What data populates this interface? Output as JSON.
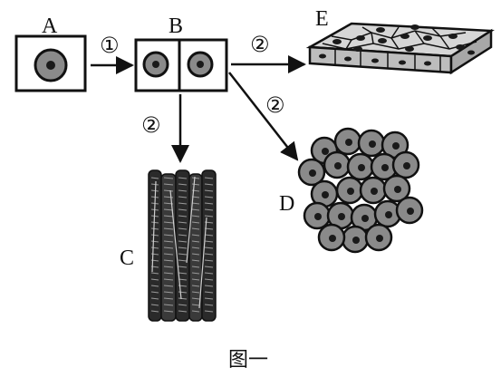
{
  "labels": {
    "a": "A",
    "b": "B",
    "c": "C",
    "d": "D",
    "e": "E"
  },
  "steps": {
    "division": "①",
    "differentiation_e": "②",
    "differentiation_d": "②",
    "differentiation_c": "②"
  },
  "caption": "图一",
  "colors": {
    "ink": "#111111",
    "cell_fill": "#8a8a8a",
    "nucleus": "#1a1a1a",
    "tissue_fill": "#d6d6d6",
    "muscle_dark": "#2a2a2a"
  }
}
